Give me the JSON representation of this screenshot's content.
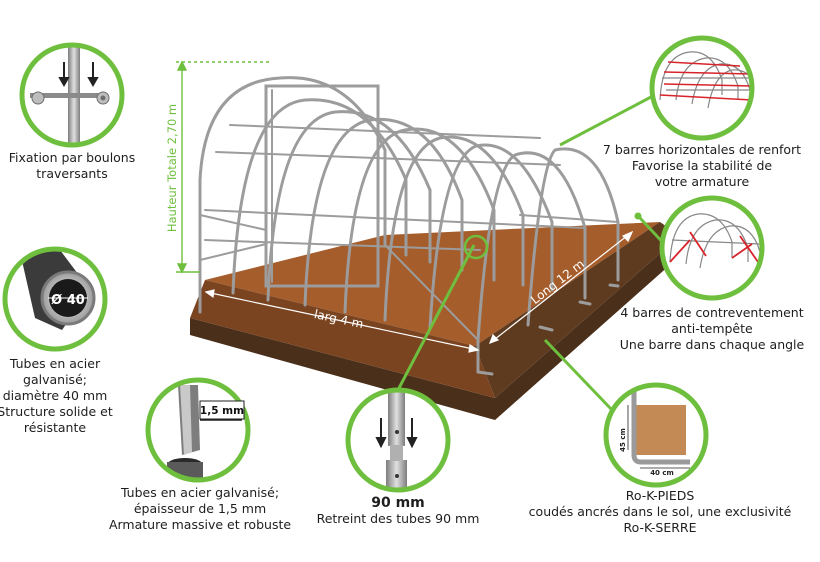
{
  "greenhouse": {
    "height_label": "Hauteur Totale 2,70 m",
    "width_label": "larg 4 m",
    "length_label": "Long 12 m"
  },
  "callouts": {
    "fixation": {
      "line1": "Fixation par boulons",
      "line2": "traversants"
    },
    "tubes40": {
      "diameter": "Ø 40",
      "line1": "Tubes en acier",
      "line2": "galvanisé;",
      "line3": "diamètre 40 mm",
      "line4": "Structure solide et",
      "line5": "résistante"
    },
    "thickness": {
      "badge": "1,5 mm",
      "line1": "Tubes en acier galvanisé;",
      "line2": "épaisseur de 1,5 mm",
      "line3": "Armature massive et robuste"
    },
    "retreint": {
      "title": "90 mm",
      "line1": "Retreint des tubes 90 mm"
    },
    "pieds": {
      "dim_h": "45 cm",
      "dim_w": "40 cm",
      "line1": "Ro-K-PIEDS",
      "line2": "coudés ancrés dans le sol, une exclusivité",
      "line3": "Ro-K-SERRE"
    },
    "renfort": {
      "line1": "7 barres horizontales de renfort",
      "line2": "Favorise la stabilité de",
      "line3": "votre armature"
    },
    "contrevent": {
      "line1": "4 barres de contreventement",
      "line2": "anti-tempête",
      "line3": "Une barre dans chaque angle"
    }
  },
  "colors": {
    "accent_green": "#6fbf3e",
    "soil": "#a0592b",
    "soil_dark": "#5e3a1f",
    "tube_grey": "#9a9a9a",
    "brace_red": "#d8232a"
  }
}
